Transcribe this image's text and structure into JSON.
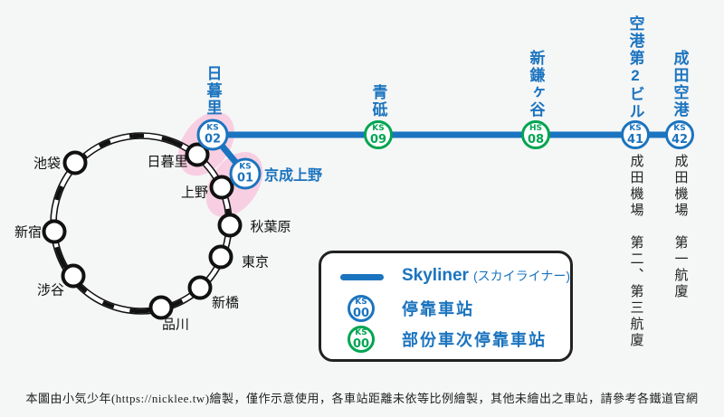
{
  "map": {
    "loop_stations": [
      "池袋",
      "新宿",
      "涉谷",
      "品川",
      "新橋",
      "東京",
      "秋葉原",
      "上野",
      "日暮里"
    ],
    "sky_stations": [
      {
        "name": "日暮里",
        "prefix": "KS",
        "num": "02",
        "type": "stop"
      },
      {
        "name": "京成上野",
        "prefix": "KS",
        "num": "01",
        "type": "stop"
      },
      {
        "name": "青砥",
        "prefix": "KS",
        "num": "09",
        "type": "partial"
      },
      {
        "name": "新鎌ヶ谷",
        "prefix": "HS",
        "num": "08",
        "type": "partial"
      },
      {
        "name": "空港第2ビル",
        "prefix": "KS",
        "num": "41",
        "type": "stop",
        "note": "成田機場　第二、第三航廈"
      },
      {
        "name": "成田空港",
        "prefix": "KS",
        "num": "42",
        "type": "stop",
        "note": "成田機場　第一航廈"
      }
    ]
  },
  "legend": {
    "line_name": "Skyliner",
    "line_name_sub": "(スカイライナー)",
    "stop": {
      "prefix": "KS",
      "num": "00",
      "label": "停靠車站"
    },
    "partial": {
      "prefix": "KS",
      "num": "00",
      "label": "部份車次停靠車站"
    }
  },
  "footer": {
    "credit": "本圖由小気少年(https://nicklee.tw)繪製，僅作示意使用，各車站距離未依等比例繪製，其他未繪出之車站，請參考各鐵道官網"
  },
  "colors": {
    "skyliner_blue": "#1b74bf",
    "partial_green": "#00a551",
    "highlight_pink": "#f8cfe2",
    "background": "#f5f6f6"
  }
}
